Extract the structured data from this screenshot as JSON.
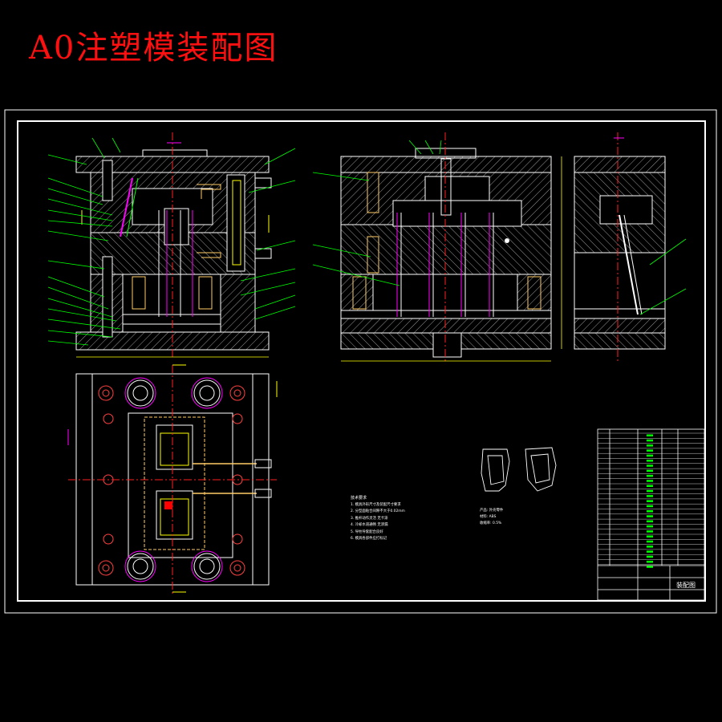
{
  "title": "A0注塑模装配图",
  "title_color": "#ff1010",
  "palette": {
    "background": "#000000",
    "outline": "#ffffff",
    "leader": "#00ff00",
    "centerline": "#ff2020",
    "hidden": "#ff00ff",
    "dimension": "#ffff00",
    "cooling": "#ffcc66"
  },
  "tech_requirements": {
    "heading": "技术要求",
    "lines": [
      "1. 模具外形尺寸及装配尺寸要求",
      "2. 分型面贴合间隙不大于0.02mm",
      "3. 推杆动作灵活 无卡滞",
      "4. 冷却水道通畅 无渗漏",
      "5. 导柱导套配合良好",
      "6. 模具各部件应打标记"
    ]
  },
  "part_info": {
    "lines": [
      "产品: 外壳零件",
      "材料: ABS",
      "收缩率: 0.5%"
    ]
  },
  "title_block": {
    "drawing_title": "装配图"
  }
}
